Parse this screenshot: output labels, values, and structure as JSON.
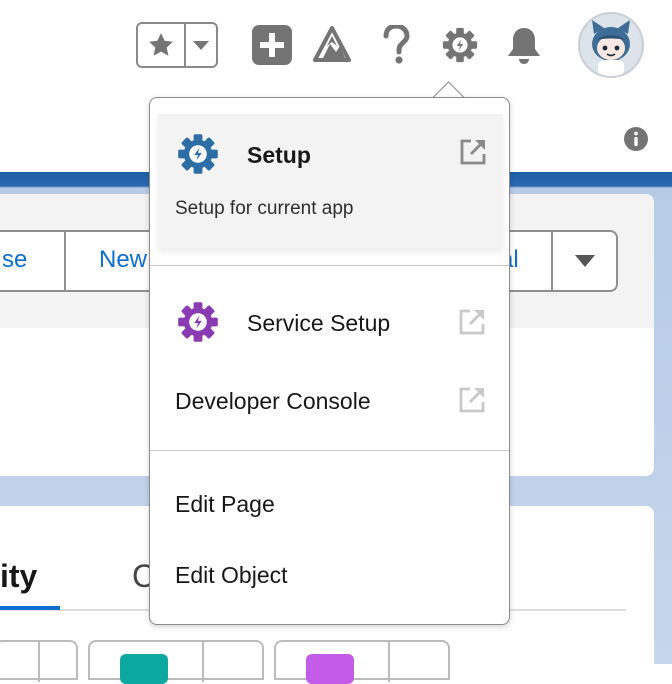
{
  "header": {
    "icons": [
      "star-icon",
      "chevron-down-icon",
      "plus-icon",
      "trailhead-icon",
      "help-icon",
      "gear-icon",
      "bell-icon",
      "avatar"
    ]
  },
  "background": {
    "button_labels": [
      "se",
      "New",
      "al"
    ],
    "tabs": [
      "ity",
      "C"
    ]
  },
  "menu": {
    "setup": {
      "title": "Setup",
      "subtitle": "Setup for current app"
    },
    "service_setup": "Service Setup",
    "developer_console": "Developer Console",
    "edit_page": "Edit Page",
    "edit_object": "Edit Object"
  },
  "colors": {
    "brand_blue": "#0b6fd1",
    "setup_gear": "#2e6ea6",
    "service_gear": "#8a3ab3",
    "icon_gray": "#747474"
  }
}
